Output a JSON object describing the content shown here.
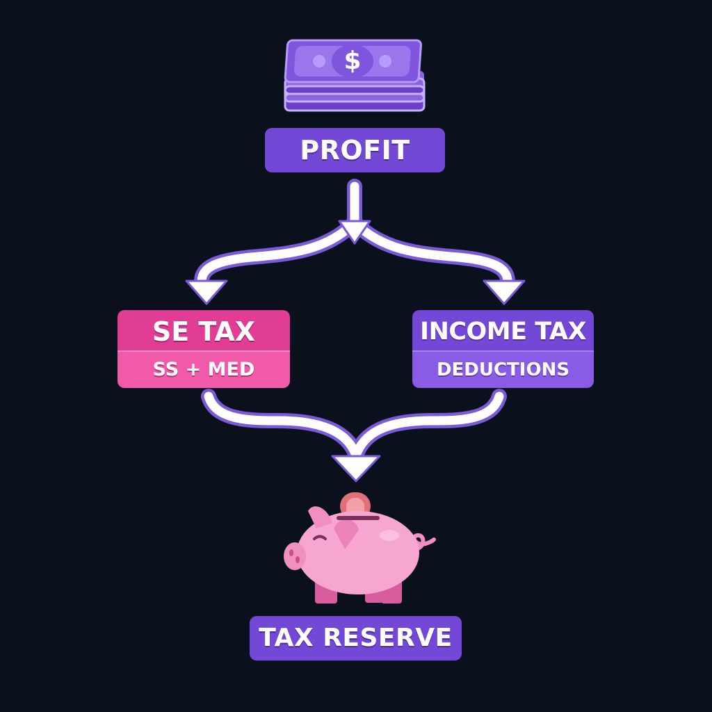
{
  "diagram": {
    "profit_label": "PROFIT",
    "se_tax": {
      "title": "SE TAX",
      "subtitle": "SS + MED"
    },
    "income_tax": {
      "title": "INCOME TAX",
      "subtitle": "DEDUCTIONS"
    },
    "reserve_label": "TAX RESERVE",
    "money_symbol": "$"
  },
  "icons": {
    "top": "money-stack-icon",
    "bottom": "piggy-bank-icon"
  },
  "colors": {
    "background": "#0b111c",
    "purple": "#7348d6",
    "light_purple": "#8a5ce6",
    "pink": "#e23d95",
    "light_pink": "#f05aa9",
    "piggy": "#f7a6cf",
    "arrow_fill": "#ffffff",
    "arrow_outline": "#7a5ad8"
  }
}
